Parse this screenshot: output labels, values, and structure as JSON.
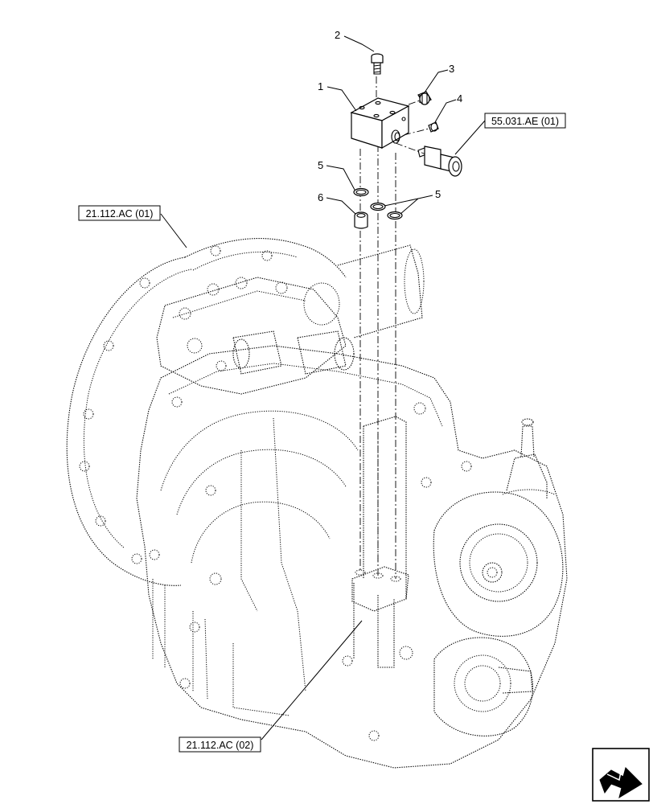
{
  "callouts": {
    "c1": "1",
    "c2": "2",
    "c3": "3",
    "c4": "4",
    "c5a": "5",
    "c5b": "5",
    "c6": "6"
  },
  "references": {
    "ref_55031": "55.031.AE (01)",
    "ref_21112_01": "21.112.AC (01)",
    "ref_21112_02": "21.112.AC (02)"
  },
  "icons": {
    "navigation": "next-page-arrow-icon"
  }
}
